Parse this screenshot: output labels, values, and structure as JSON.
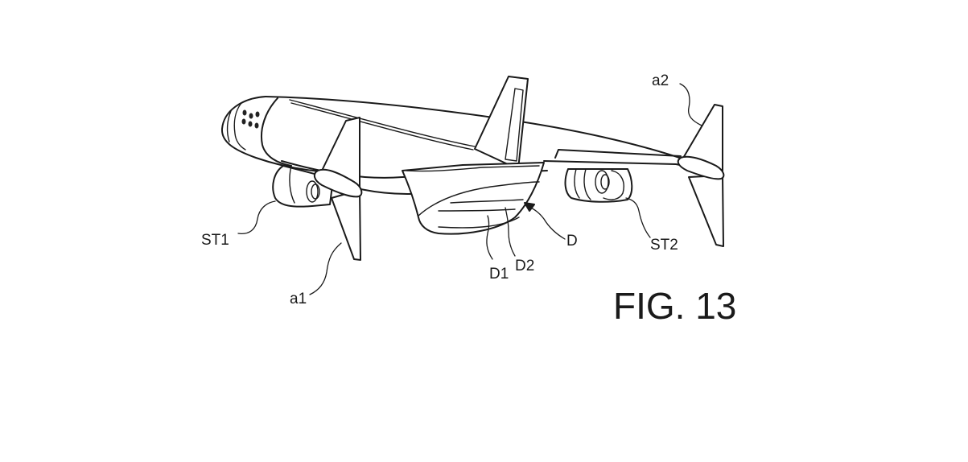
{
  "figure": {
    "caption": "FIG. 13",
    "description": "Patent line drawing of an aircraft viewed from below/front with two wingtip fins, two engines and a ventral fairing",
    "labels": {
      "st1": "ST1",
      "st2": "ST2",
      "a1": "a1",
      "a2": "a2",
      "d": "D",
      "d1": "D1",
      "d2": "D2"
    }
  },
  "colors": {
    "ink": "#1a1a1a",
    "background": "#ffffff"
  }
}
